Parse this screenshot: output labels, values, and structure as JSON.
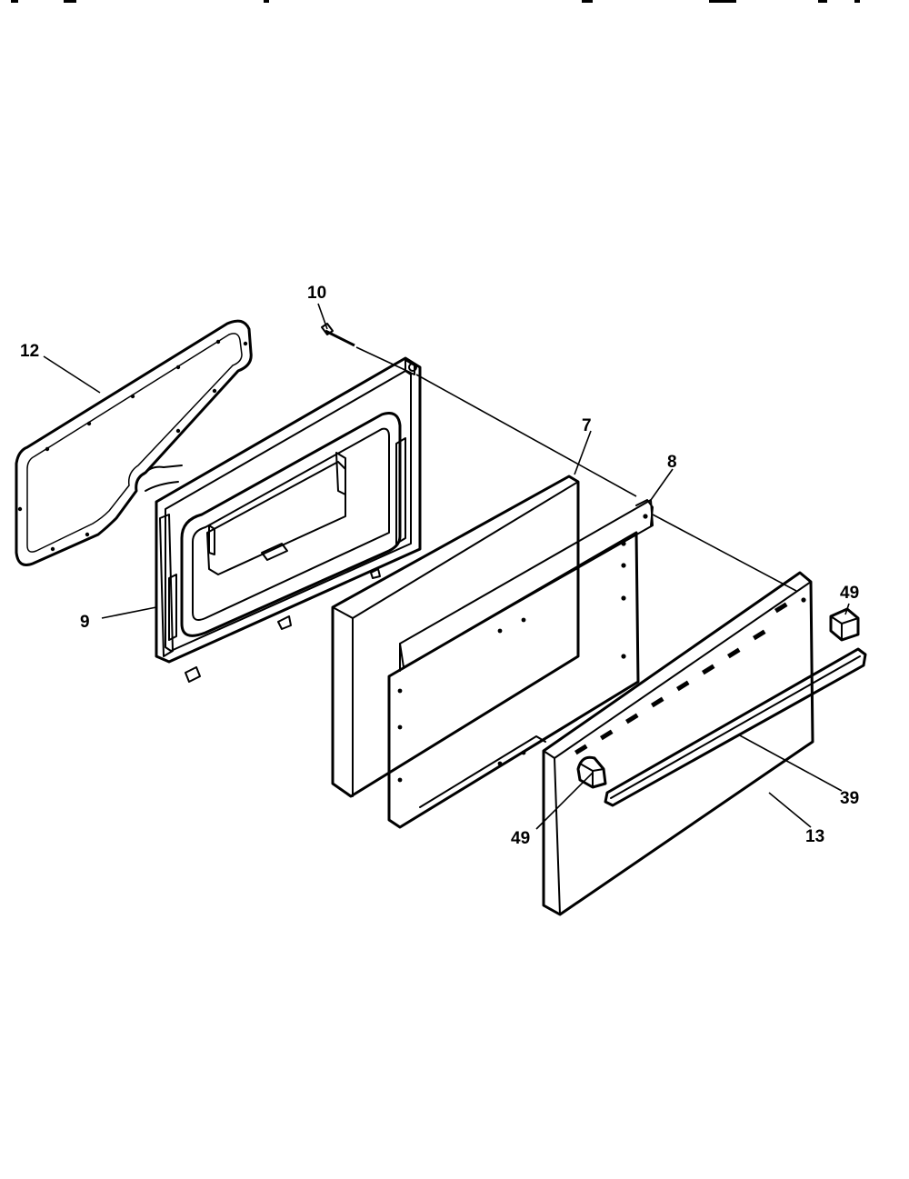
{
  "diagram": {
    "parts": [
      {
        "id": "part-12",
        "label": "12",
        "name": "door-gasket"
      },
      {
        "id": "part-10",
        "label": "10",
        "name": "door-screw"
      },
      {
        "id": "part-9",
        "label": "9",
        "name": "door-liner"
      },
      {
        "id": "part-7",
        "label": "7",
        "name": "insulation-pad"
      },
      {
        "id": "part-8",
        "label": "8",
        "name": "inner-door-panel"
      },
      {
        "id": "part-49-right",
        "label": "49",
        "name": "handle-end-cap-right"
      },
      {
        "id": "part-49-left",
        "label": "49",
        "name": "handle-end-cap-left"
      },
      {
        "id": "part-39",
        "label": "39",
        "name": "door-handle"
      },
      {
        "id": "part-13",
        "label": "13",
        "name": "outer-door-panel"
      }
    ]
  }
}
